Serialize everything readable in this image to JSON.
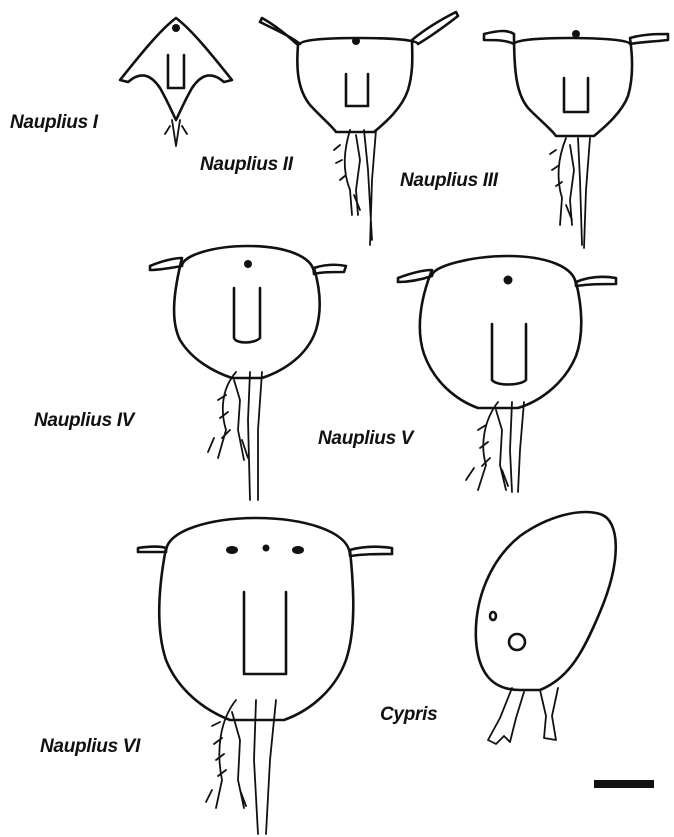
{
  "stages": {
    "n1": "Nauplius I",
    "n2": "Nauplius II",
    "n3": "Nauplius III",
    "n4": "Nauplius IV",
    "n5": "Nauplius V",
    "n6": "Nauplius VI",
    "cypris": "Cypris"
  },
  "colors": {
    "ink": "#111111",
    "background": "#ffffff"
  }
}
